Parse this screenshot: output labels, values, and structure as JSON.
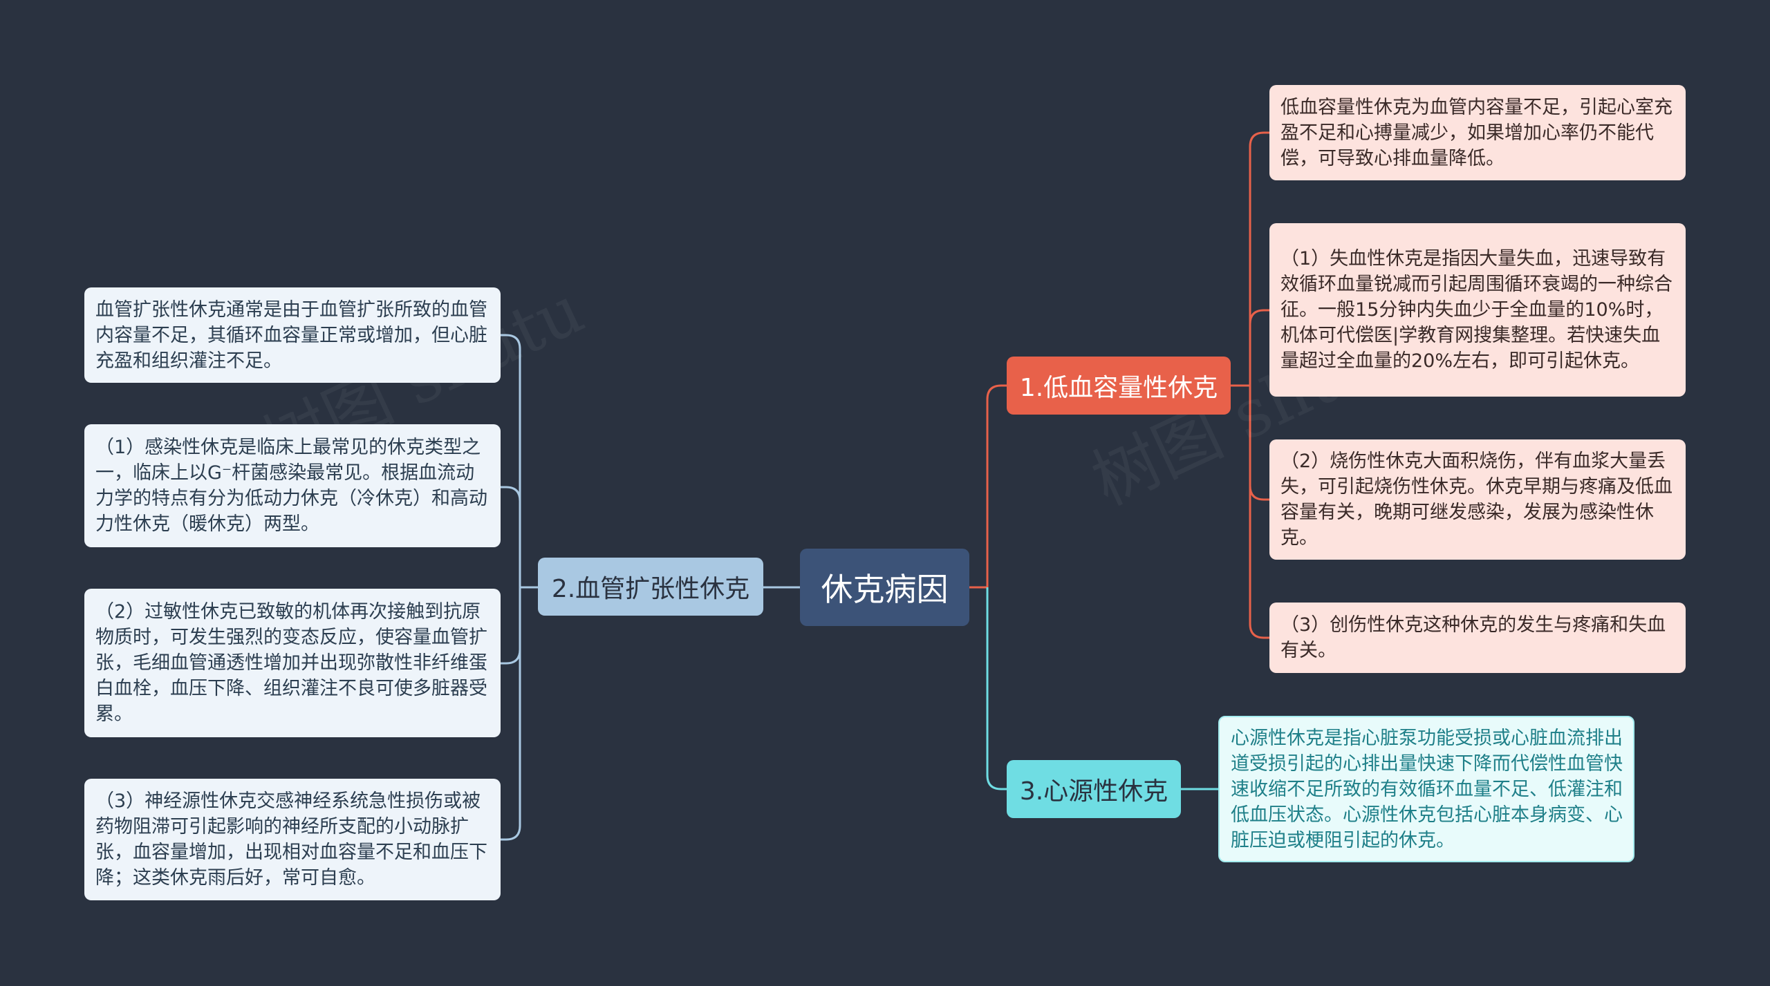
{
  "root": {
    "label": "休克病因"
  },
  "branches": {
    "left": {
      "label": "2.血管扩张性休克",
      "color": "#a9c8e2",
      "children": [
        "血管扩张性休克通常是由于血管扩张所致的血管内容量不足，其循环血容量正常或增加，但心脏充盈和组织灌注不足。",
        "（1）感染性休克是临床上最常见的休克类型之一，临床上以G⁻杆菌感染最常见。根据血流动力学的特点有分为低动力休克（冷休克）和高动力性休克（暖休克）两型。",
        "（2）过敏性休克已致敏的机体再次接触到抗原物质时，可发生强烈的变态反应，使容量血管扩张，毛细血管通透性增加并出现弥散性非纤维蛋白血栓，血压下降、组织灌注不良可使多脏器受累。",
        "（3）神经源性休克交感神经系统急性损伤或被药物阻滞可引起影响的神经所支配的小动脉扩张，血容量增加，出现相对血容量不足和血压下降；这类休克雨后好，常可自愈。"
      ]
    },
    "red": {
      "label": "1.低血容量性休克",
      "color": "#e8614a",
      "children": [
        "低血容量性休克为血管内容量不足，引起心室充盈不足和心搏量减少，如果增加心率仍不能代偿，可导致心排血量降低。",
        "（1）失血性休克是指因大量失血，迅速导致有效循环血量锐减而引起周围循环衰竭的一种综合征。一般15分钟内失血少于全血量的10%时，机体可代偿医|学教育网搜集整理。若快速失血量超过全血量的20%左右，即可引起休克。",
        "（2）烧伤性休克大面积烧伤，伴有血浆大量丢失，可引起烧伤性休克。休克早期与疼痛及低血容量有关，晚期可继发感染，发展为感染性休克。",
        "（3）创伤性休克这种休克的发生与疼痛和失血有关。"
      ]
    },
    "cyan": {
      "label": "3.心源性休克",
      "color": "#6fdde3",
      "children": [
        "心源性休克是指心脏泵功能受损或心脏血流排出道受损引起的心排出量快速下降而代偿性血管快速收缩不足所致的有效循环血量不足、低灌注和低血压状态。心源性休克包括心脏本身病变、心脏压迫或梗阻引起的休克。"
      ]
    }
  },
  "colors": {
    "background": "#2a3240",
    "root": "#3c5378"
  }
}
